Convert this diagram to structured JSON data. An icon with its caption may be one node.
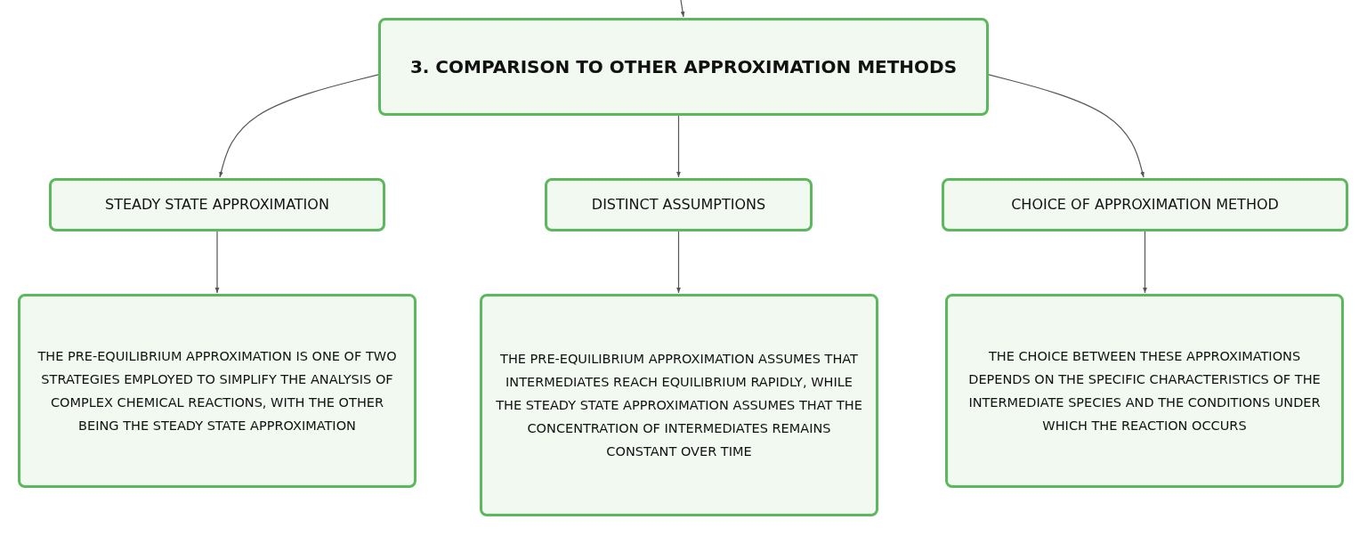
{
  "diagram": {
    "nodes": [
      {
        "text": [
          "3. COMPARISON TO OTHER APPROXIMATION METHODS"
        ]
      },
      {
        "text": [
          "STEADY STATE APPROXIMATION"
        ]
      },
      {
        "text": [
          "DISTINCT ASSUMPTIONS"
        ]
      },
      {
        "text": [
          "CHOICE OF APPROXIMATION METHOD"
        ]
      },
      {
        "text": [
          "THE PRE-EQUILIBRIUM APPROXIMATION IS ONE OF TWO STRATEGIES EMPLOYED TO SIMPLIFY THE ANALYSIS OF COMPLEX CHEMICAL REACTIONS, WITH THE OTHER BEING THE STEADY STATE APPROXIMATION"
        ]
      },
      {
        "text": [
          "THE PRE-EQUILIBRIUM APPROXIMATION ASSUMES THAT INTERMEDIATES REACH EQUILIBRIUM RAPIDLY, WHILE THE STEADY STATE APPROXIMATION ASSUMES THAT THE CONCENTRATION OF INTERMEDIATES REMAINS CONSTANT OVER TIME"
        ]
      },
      {
        "text": [
          "THE CHOICE BETWEEN THESE APPROXIMATIONS DEPENDS ON THE SPECIFIC CHARACTERISTICS OF THE INTERMEDIATE SPECIES AND THE CONDITIONS UNDER WHICH THE REACTION OCCURS"
        ]
      }
    ],
    "edges": [
      {
        "from": null,
        "to": 0,
        "arrow": "to"
      },
      {
        "from": 0,
        "to": 1,
        "arrow": "to"
      },
      {
        "from": 0,
        "to": 2,
        "arrow": "to"
      },
      {
        "from": 0,
        "to": 3,
        "arrow": "to"
      },
      {
        "from": 1,
        "to": 4,
        "arrow": "to"
      },
      {
        "from": 2,
        "to": 5,
        "arrow": "to"
      },
      {
        "from": 3,
        "to": 6,
        "arrow": "to"
      }
    ]
  }
}
